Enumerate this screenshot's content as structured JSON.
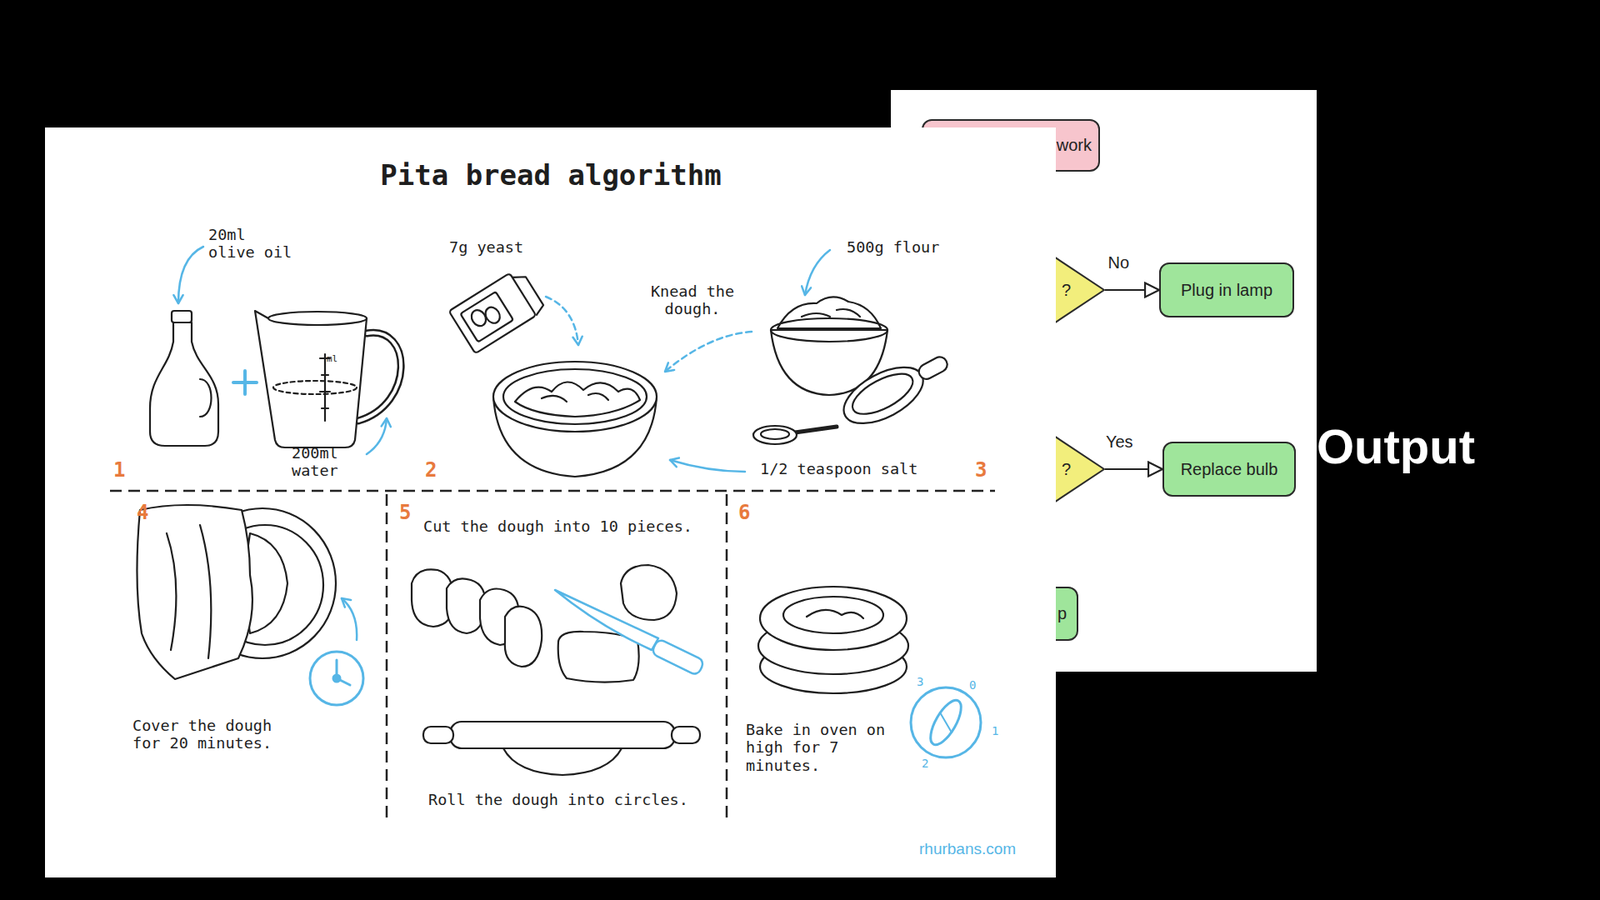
{
  "diagram": {
    "title": "Pita bread algorithm",
    "nodes": [
      {
        "text": [
          "work"
        ]
      },
      {
        "text": [
          "?"
        ]
      },
      {
        "text": [
          "Plug in lamp"
        ]
      },
      {
        "text": [
          "?"
        ]
      },
      {
        "text": [
          "Replace bulb"
        ]
      },
      {
        "text": [
          "p"
        ]
      }
    ],
    "edges": [
      {
        "from": 1,
        "to": 2,
        "label": "No",
        "arrow": "to"
      },
      {
        "from": 3,
        "to": 4,
        "label": "Yes",
        "arrow": "to"
      }
    ],
    "labels": [
      "20ml olive oil",
      "7g yeast",
      "500g flour",
      "Knead the dough.",
      "ml",
      "200ml water",
      "1",
      "2",
      "1/2 teaspoon salt",
      "3",
      "4",
      "5",
      "Cut the dough into 10 pieces.",
      "6",
      "3",
      "0",
      "Cover the dough for 20 minutes.",
      "1",
      "Bake in oven on high for 7 minutes.",
      "2",
      "Roll the dough into circles.",
      "rhurbans.com",
      "Output"
    ]
  }
}
